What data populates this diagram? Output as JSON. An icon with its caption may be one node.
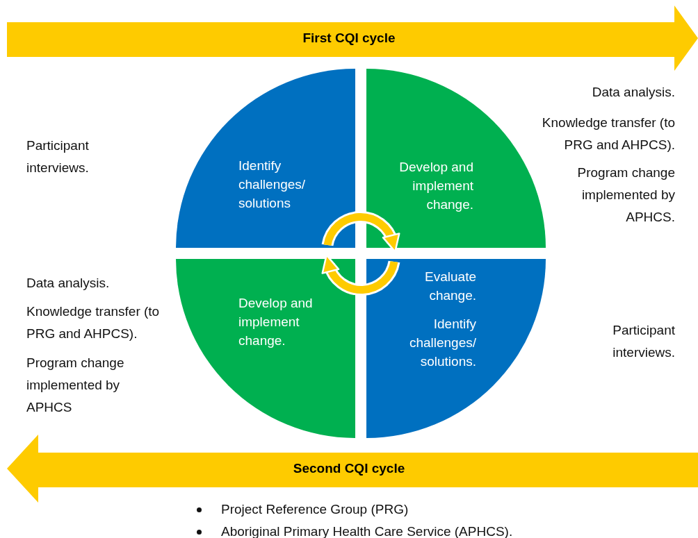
{
  "diagram": {
    "nodes": [
      {
        "text": [
          "First CQI cycle"
        ]
      },
      {
        "text": [
          "Identify challenges/ solutions"
        ]
      },
      {
        "text": [
          "Develop and implement change."
        ]
      },
      {
        "text": [
          "Develop and implement change."
        ]
      },
      {
        "text": [
          "Evaluate change.",
          "Identify challenges/ solutions."
        ]
      },
      {
        "text": [
          "Second CQI cycle"
        ]
      }
    ],
    "edges": [
      {
        "from": 1,
        "to": 2,
        "arrow": "to"
      },
      {
        "from": 4,
        "to": 3,
        "arrow": "to"
      }
    ],
    "labels": [
      "Data analysis.",
      "Participant interviews.",
      "Knowledge transfer (to PRG and AHPCS).",
      "Program change implemented by APHCS.",
      "Data analysis.",
      "Knowledge transfer (to PRG and AHPCS).",
      "Participant interviews.",
      "Program change implemented by APHCS",
      "Project Reference Group (PRG)",
      "Aboriginal Primary Health Care Service (APHCS)."
    ]
  }
}
